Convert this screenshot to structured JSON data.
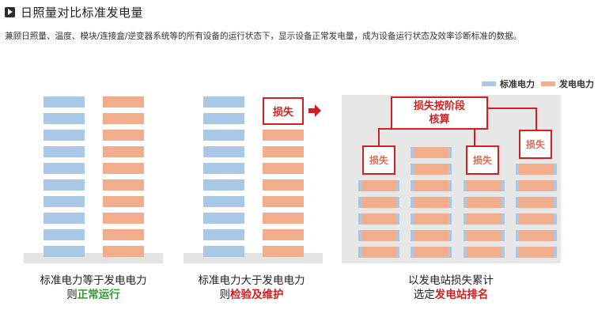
{
  "header": {
    "title": "日照量对比标准发电量",
    "description": "兼顾日照量、温度、模块/连接盒/逆变器系统等的所有设备的运行状态下，显示设备正常发电量，成为设备运行状态及效率诊断标准的数据。"
  },
  "legend": {
    "standard": "标准电力",
    "generated": "发电电力",
    "standard_color": "#a9c8e6",
    "generated_color": "#f2ad8c"
  },
  "panels": [
    {
      "line1": "标准电力等于发电电力",
      "line2_prefix": "则",
      "line2_emph": "正常运行"
    },
    {
      "line1": "标准电力大于发电电力",
      "line2_prefix": "则",
      "line2_emph": "检验及维护",
      "loss_label": "损失"
    },
    {
      "line1": "以发电站损失累计",
      "line2_prefix": "选定",
      "line2_emph": "发电站排名",
      "top_box": "损失按阶段核算",
      "loss_label": "损失"
    }
  ],
  "colors": {
    "accent_red": "#d31f1f",
    "accent_green": "#2e9b2e"
  }
}
